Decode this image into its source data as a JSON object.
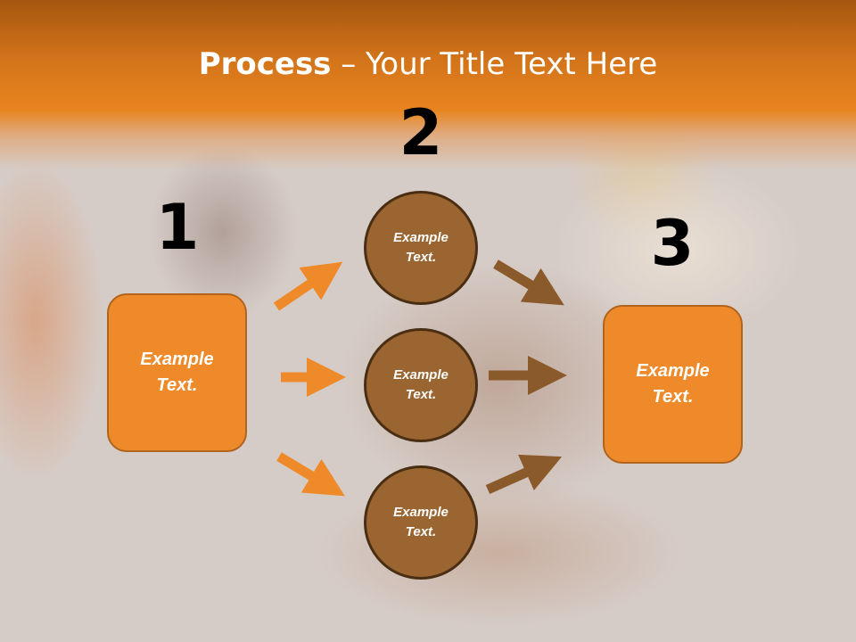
{
  "title": {
    "bold": "Process",
    "rest": " – Your Title Text Here"
  },
  "steps": {
    "one": "1",
    "two": "2",
    "three": "3"
  },
  "left_box": {
    "line1": "Example",
    "line2": "Text."
  },
  "right_box": {
    "line1": "Example",
    "line2": "Text."
  },
  "circles": [
    {
      "line1": "Example",
      "line2": "Text."
    },
    {
      "line1": "Example",
      "line2": "Text."
    },
    {
      "line1": "Example",
      "line2": "Text."
    }
  ],
  "colors": {
    "accent": "#ee8a2a",
    "circle": "#9a6530",
    "arrow_out": "#8b5a2b"
  }
}
